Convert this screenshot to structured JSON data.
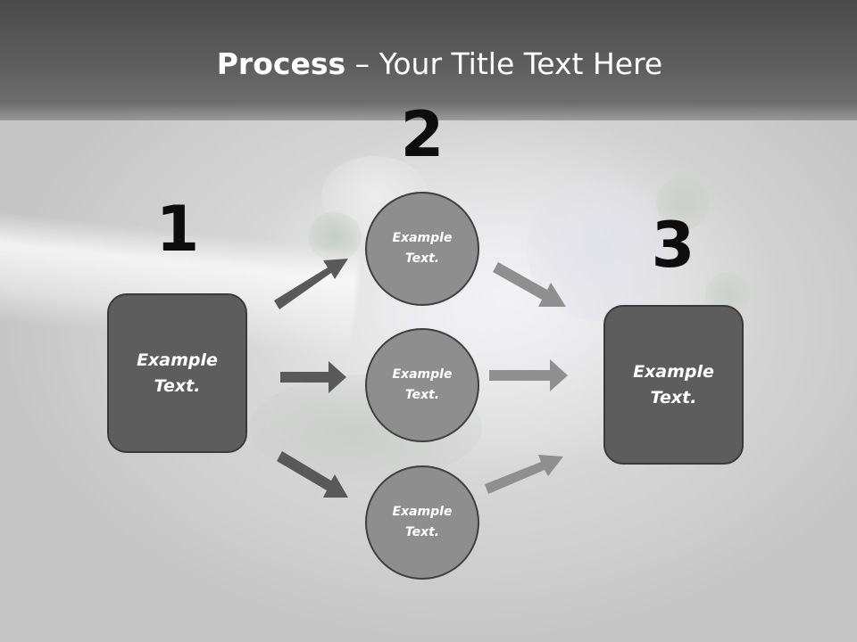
{
  "slide": {
    "title_bold": "Process",
    "title_rest": " – Your Title Text Here"
  },
  "steps": {
    "step1": {
      "number": "1",
      "label": "Example\nText."
    },
    "step2": {
      "number": "2",
      "circles": [
        {
          "label": "Example\nText."
        },
        {
          "label": "Example\nText."
        },
        {
          "label": "Example\nText."
        }
      ]
    },
    "step3": {
      "number": "3",
      "label": "Example\nText."
    }
  },
  "colors": {
    "title_bar": "#555555",
    "box_fill": "#5d5d5d",
    "circle_fill": "#8e8e8e",
    "arrow_dark": "#595959",
    "arrow_light": "#8f8f8f"
  }
}
